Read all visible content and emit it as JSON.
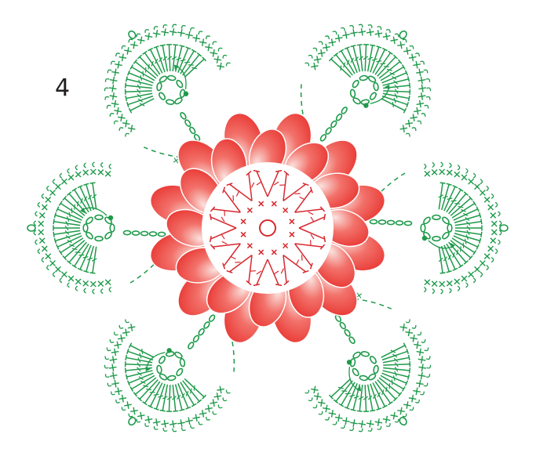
{
  "step_number": "4",
  "colors": {
    "motif_green": "#1e9a4a",
    "petal_red": "#e8322e",
    "petal_light": "#fbe3df",
    "center_red": "#d7282f",
    "text": "#231f20"
  },
  "symbols": {
    "center_ring": "magic-ring",
    "center_stitches": "double-crochet",
    "petals": "puff-petals",
    "motifs": "pineapple-fans",
    "chain": "chain-stitch",
    "single": "single-crochet"
  },
  "petal_count": 12,
  "motif_count": 6
}
